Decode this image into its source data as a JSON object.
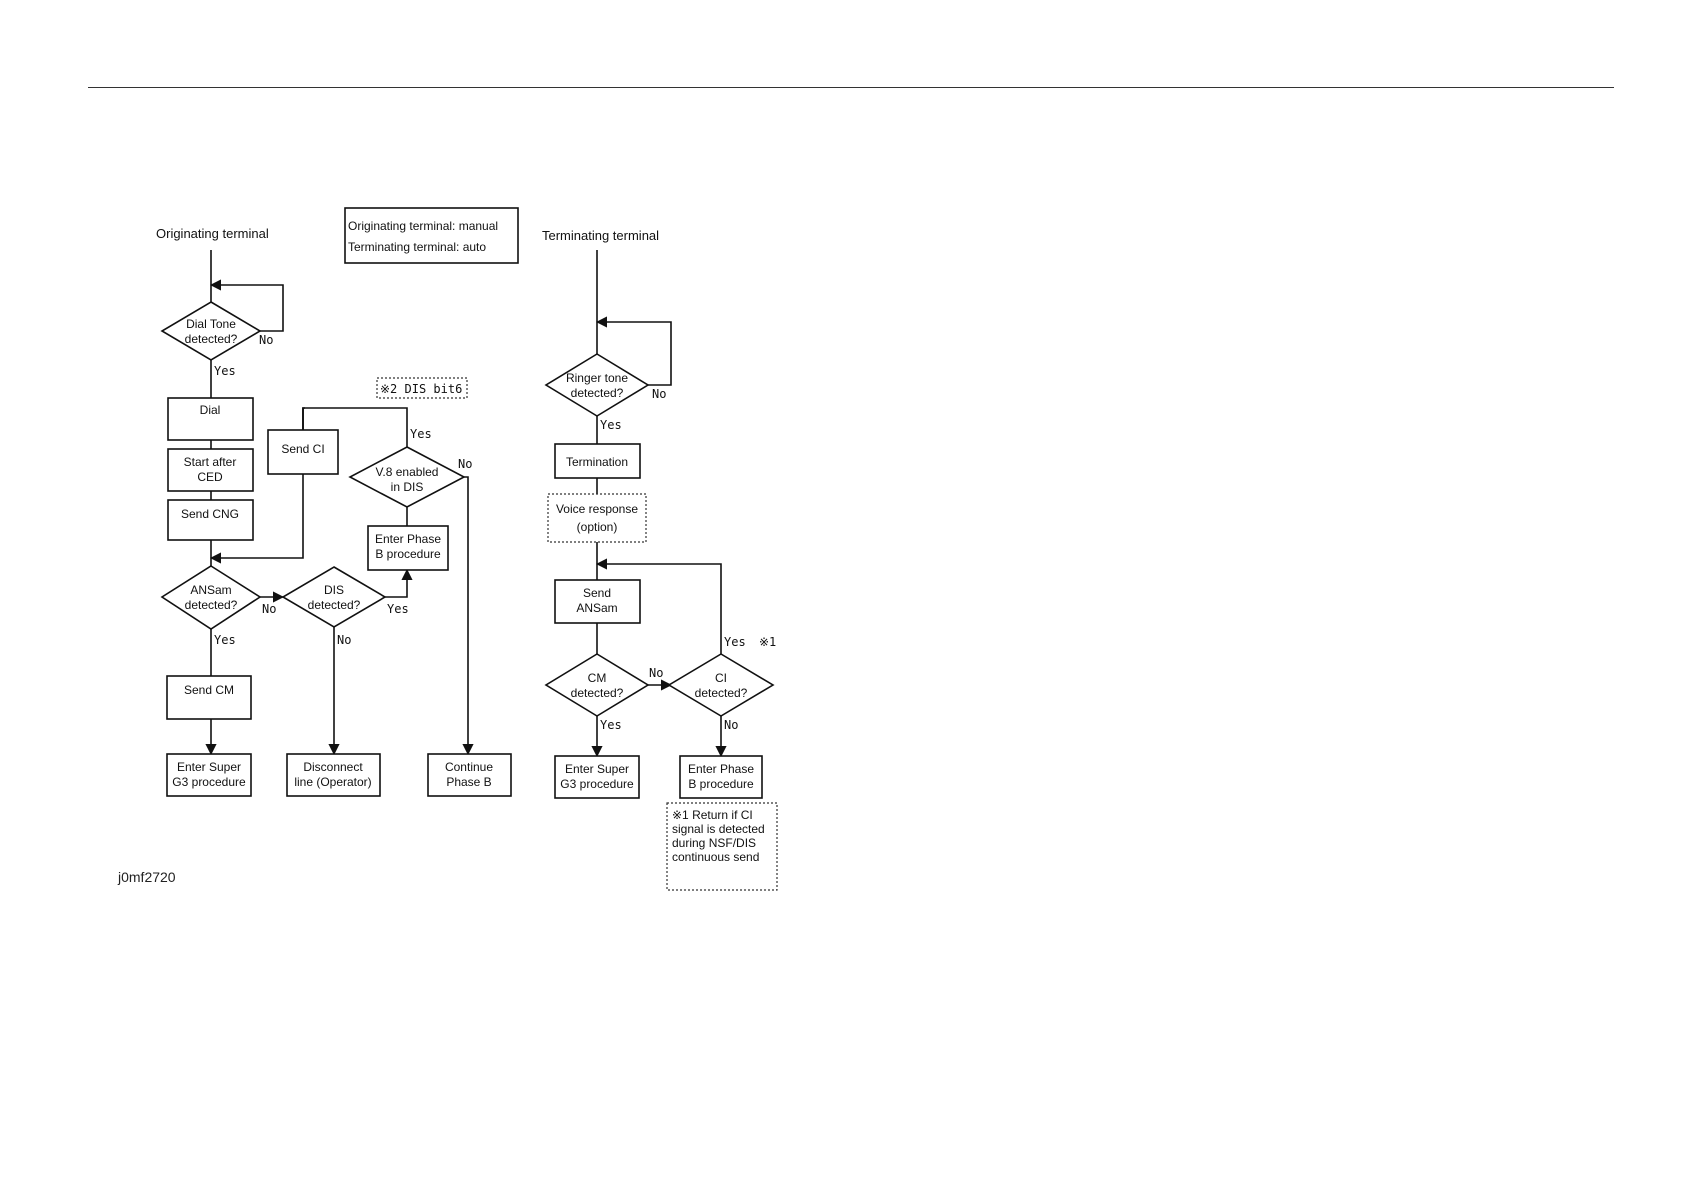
{
  "heading": {
    "originating": "Originating terminal",
    "terminating": "Terminating terminal"
  },
  "mode_box": {
    "line1": "Originating terminal: manual",
    "line2": "Terminating terminal: auto"
  },
  "note_dis": "※2 DIS bit6",
  "origin": {
    "dial_tone": [
      "Dial Tone",
      "detected?"
    ],
    "dial": "Dial",
    "start_after_ced": [
      "Start after",
      "CED"
    ],
    "send_cng": "Send CNG",
    "ansam": [
      "ANSam",
      "detected?"
    ],
    "send_cm": "Send CM",
    "super_g3": [
      "Enter Super",
      "G3 procedure"
    ],
    "send_ci": "Send CI",
    "v8": [
      "V.8 enabled",
      "in DIS"
    ],
    "phase_b_proc": [
      "Enter Phase",
      "B procedure"
    ],
    "dis": [
      "DIS",
      "detected?"
    ],
    "disconnect": [
      "Disconnect",
      "line (Operator)"
    ],
    "continue_b": [
      "Continue",
      "Phase B"
    ]
  },
  "term": {
    "ringer": [
      "Ringer tone",
      "detected?"
    ],
    "termination": "Termination",
    "voice": [
      "Voice response",
      "(option)"
    ],
    "send_ansam": [
      "Send",
      "ANSam"
    ],
    "cm": [
      "CM",
      "detected?"
    ],
    "ci": [
      "CI",
      "detected?"
    ],
    "super_g3": [
      "Enter Super",
      "G3 procedure"
    ],
    "phase_b": [
      "Enter Phase",
      "B procedure"
    ],
    "note1": [
      "※1 Return if CI",
      "signal is detected",
      "during NSF/DIS",
      "continuous send"
    ],
    "ref1": "※1"
  },
  "labels": {
    "yes": "Yes",
    "no": "No"
  },
  "figure_id": "j0mf2720"
}
